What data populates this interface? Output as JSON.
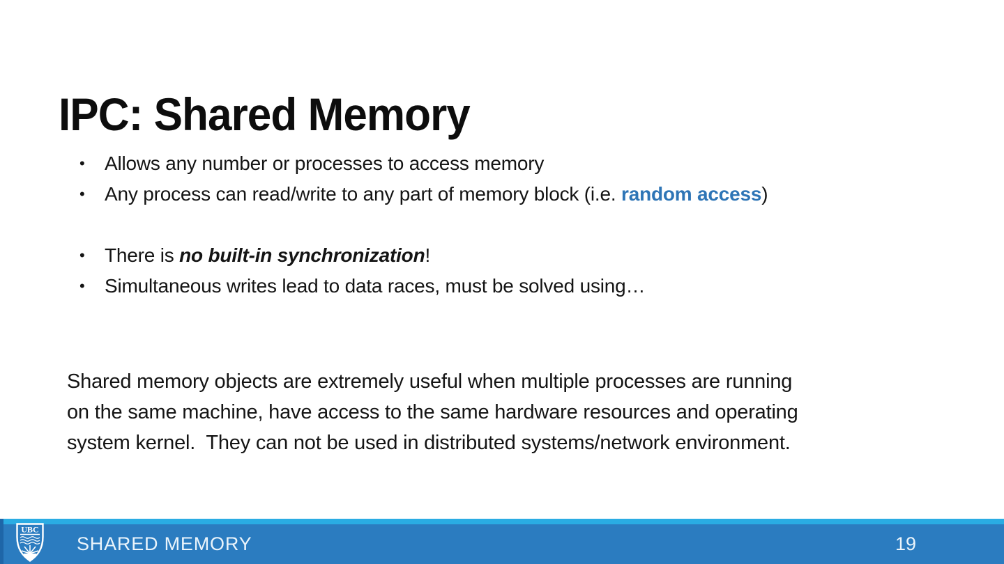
{
  "slide": {
    "title": "IPC: Shared Memory",
    "bullet_marker": "•",
    "bullets": {
      "b1": "Allows any number or processes to access memory",
      "b2_pre": "Any process can read/write to any part of memory block (i.e. ",
      "b2_accent": "random access",
      "b2_post": ")",
      "b3_pre": "There is ",
      "b3_emphasis": "no built-in synchronization",
      "b3_post": "!",
      "b4": "Simultaneous writes lead to data races, must be solved using…"
    },
    "paragraph_lines": {
      "l1": "Shared memory objects are extremely useful when multiple processes are running",
      "l2": "on the same machine, have access to the same hardware resources and operating",
      "l3": "system kernel.  They can not be used in distributed systems/network environment."
    },
    "colors": {
      "accent_blue": "#2E75B6",
      "footer_bar_blue": "#2B7CC0",
      "footer_stripe_blue": "#2AACE3",
      "footer_left_edge_blue": "#1E66A8",
      "text_black": "#141414"
    }
  },
  "footer": {
    "logo_name": "ubc-crest",
    "logo_text": "UBC",
    "section_label": "SHARED MEMORY",
    "page_number": "19"
  }
}
